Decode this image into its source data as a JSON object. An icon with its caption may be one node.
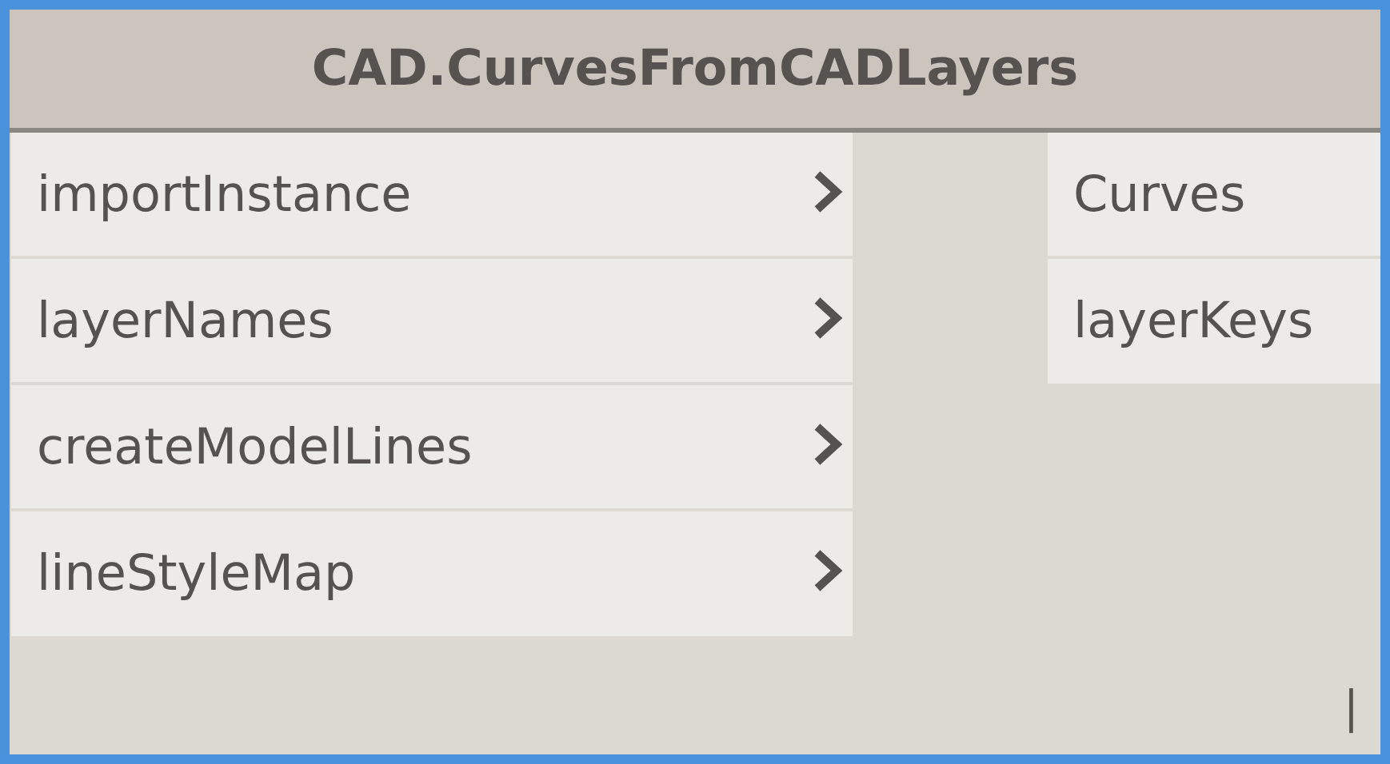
{
  "diagram": {
    "nodes": [
      {
        "text": [
          "CAD.CurvesFromCADLayers"
        ]
      },
      {
        "text": [
          "importInstance"
        ],
        "in": 0
      },
      {
        "text": [
          "layerNames"
        ],
        "in": 0
      },
      {
        "text": [
          "createModelLines"
        ],
        "in": 0
      },
      {
        "text": [
          "lineStyleMap"
        ],
        "in": 0
      },
      {
        "text": [
          "Curves"
        ],
        "in": 0
      },
      {
        "text": [
          "layerKeys"
        ],
        "in": 0
      }
    ],
    "labels": [
      "|"
    ]
  }
}
